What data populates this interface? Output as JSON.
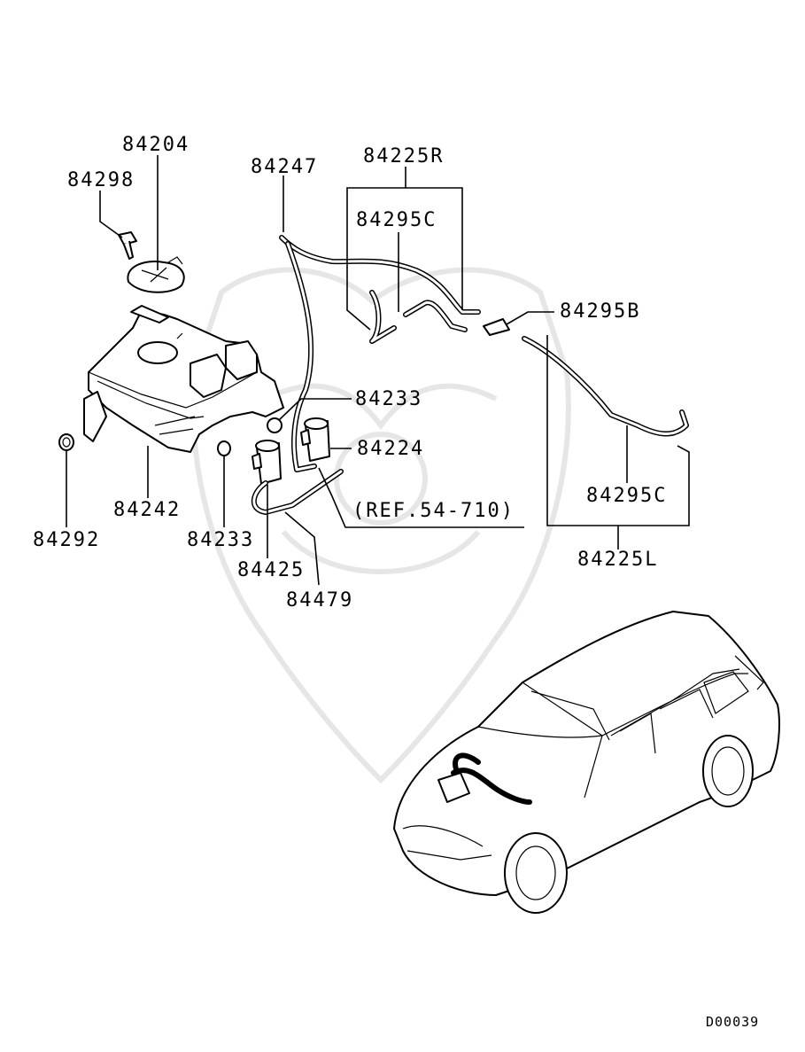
{
  "diagram": {
    "part_labels": {
      "p84204": "84204",
      "p84298": "84298",
      "p84247": "84247",
      "p84225R": "84225R",
      "p84295C_top": "84295C",
      "p84295B": "84295B",
      "p84233_right": "84233",
      "p84224": "84224",
      "p84242": "84242",
      "p84292": "84292",
      "p84233_left": "84233",
      "p84425": "84425",
      "p84479": "84479",
      "ref": "(REF.54-710)",
      "p84295C_bottom": "84295C",
      "p84225L": "84225L"
    },
    "drawing_code": "D00039"
  }
}
